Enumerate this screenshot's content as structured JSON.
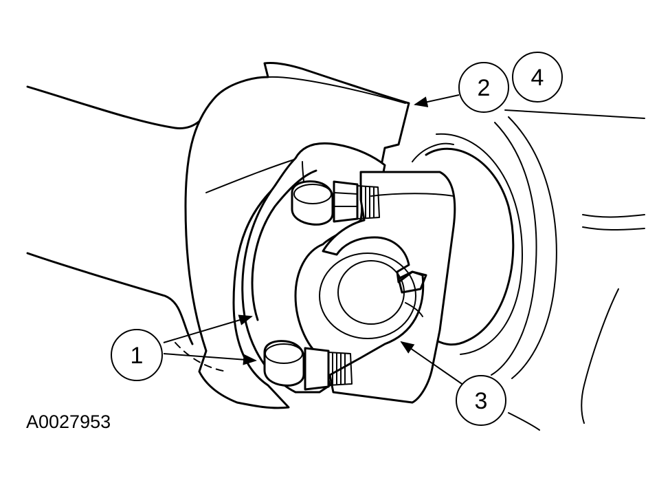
{
  "figure_id": "A0027953",
  "callouts": [
    {
      "number": "1"
    },
    {
      "number": "2"
    },
    {
      "number": "3"
    },
    {
      "number": "4"
    }
  ]
}
